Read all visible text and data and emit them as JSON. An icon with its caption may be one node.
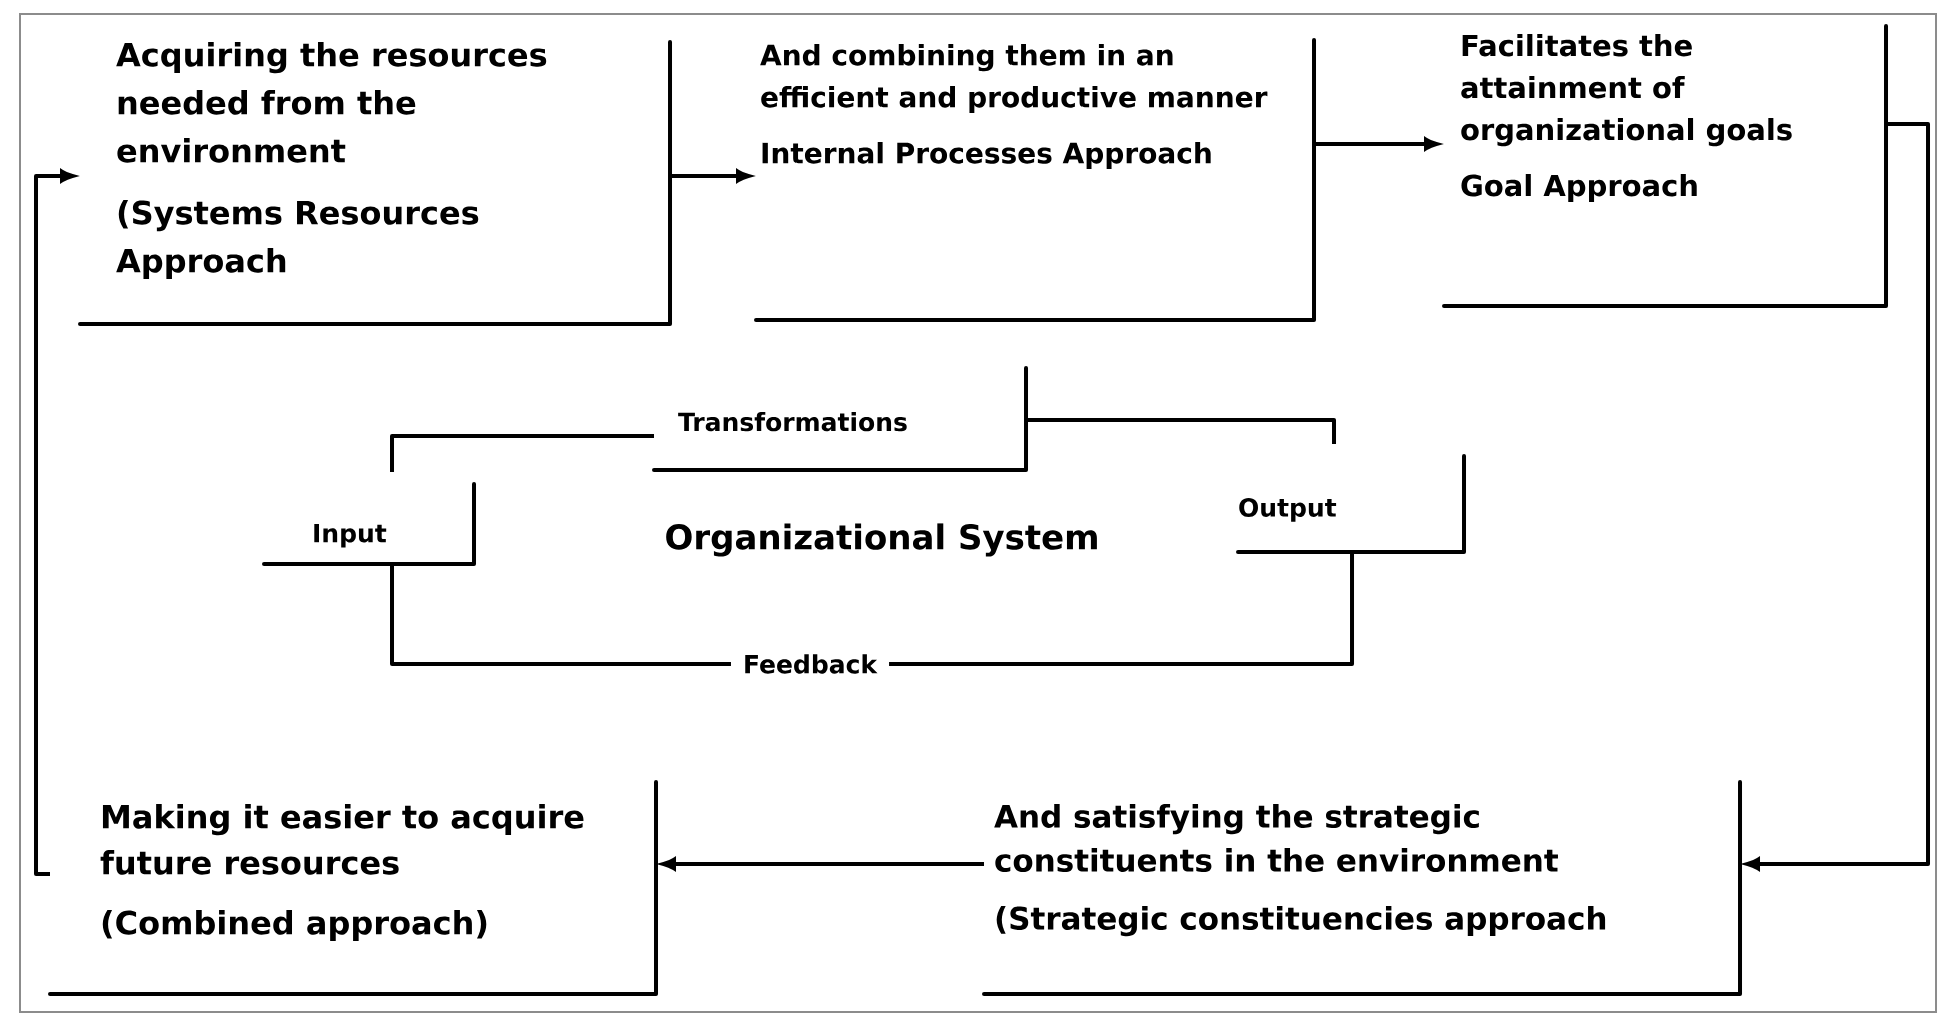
{
  "diagram": {
    "nodes": [
      {
        "text": [
          "Acquiring the resources needed from the environment",
          "(Systems Resources Approach"
        ]
      },
      {
        "text": [
          "And combining them in an efficient and productive manner",
          "Internal Processes Approach"
        ]
      },
      {
        "text": [
          "Facilitates the attainment of organizational goals",
          "Goal Approach"
        ]
      },
      {
        "text": [
          "And satisfying the strategic constituents in the environment",
          "(Strategic constituencies approach"
        ]
      },
      {
        "text": [
          "Making it easier to acquire future resources",
          "(Combined approach)"
        ]
      },
      {
        "text": [
          "Input"
        ]
      },
      {
        "text": [
          "Transformations"
        ]
      },
      {
        "text": [
          "Output"
        ]
      }
    ],
    "edges": [
      {
        "from": 4,
        "to": 0,
        "arrow": "to"
      },
      {
        "from": 0,
        "to": 1,
        "arrow": "to"
      },
      {
        "from": 1,
        "to": 2,
        "arrow": "to"
      },
      {
        "from": 2,
        "to": 3,
        "arrow": "to"
      },
      {
        "from": 3,
        "to": 4,
        "arrow": "to"
      },
      {
        "from": 5,
        "to": 6,
        "arrow": "none"
      },
      {
        "from": 6,
        "to": 7,
        "arrow": "none"
      },
      {
        "from": 7,
        "to": 5,
        "arrow": "none",
        "label": "Feedback"
      }
    ],
    "labels": [
      "Organizational System"
    ]
  }
}
